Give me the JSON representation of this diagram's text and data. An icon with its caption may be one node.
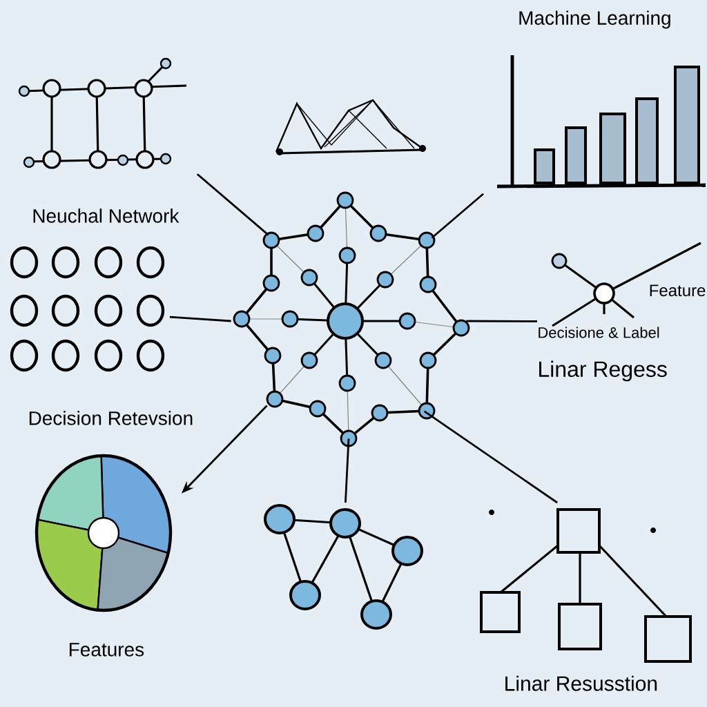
{
  "diagram": {
    "nodes": [
      {
        "text": [],
        "shape": "picture"
      },
      {
        "text": [
          "Neuchal Network"
        ]
      },
      {
        "text": [
          "Decision Retevsion"
        ]
      },
      {
        "text": [
          "Features"
        ]
      },
      {
        "text": [],
        "shape": "picture"
      },
      {
        "text": [
          "Linar Resusstion"
        ]
      },
      {
        "text": [
          "Feature",
          "Decisione & Label",
          "Linar Regess"
        ]
      },
      {
        "text": [
          "Machine Learning"
        ]
      }
    ],
    "edges": [
      {
        "from": 0,
        "to": 1,
        "arrow": "none"
      },
      {
        "from": 0,
        "to": 2,
        "arrow": "none"
      },
      {
        "from": 0,
        "to": 3,
        "arrow": "to"
      },
      {
        "from": 0,
        "to": 4,
        "arrow": "none"
      },
      {
        "from": 0,
        "to": 5,
        "arrow": "none"
      },
      {
        "from": 0,
        "to": 6,
        "arrow": "none"
      },
      {
        "from": 0,
        "to": 7,
        "arrow": "none"
      }
    ]
  }
}
